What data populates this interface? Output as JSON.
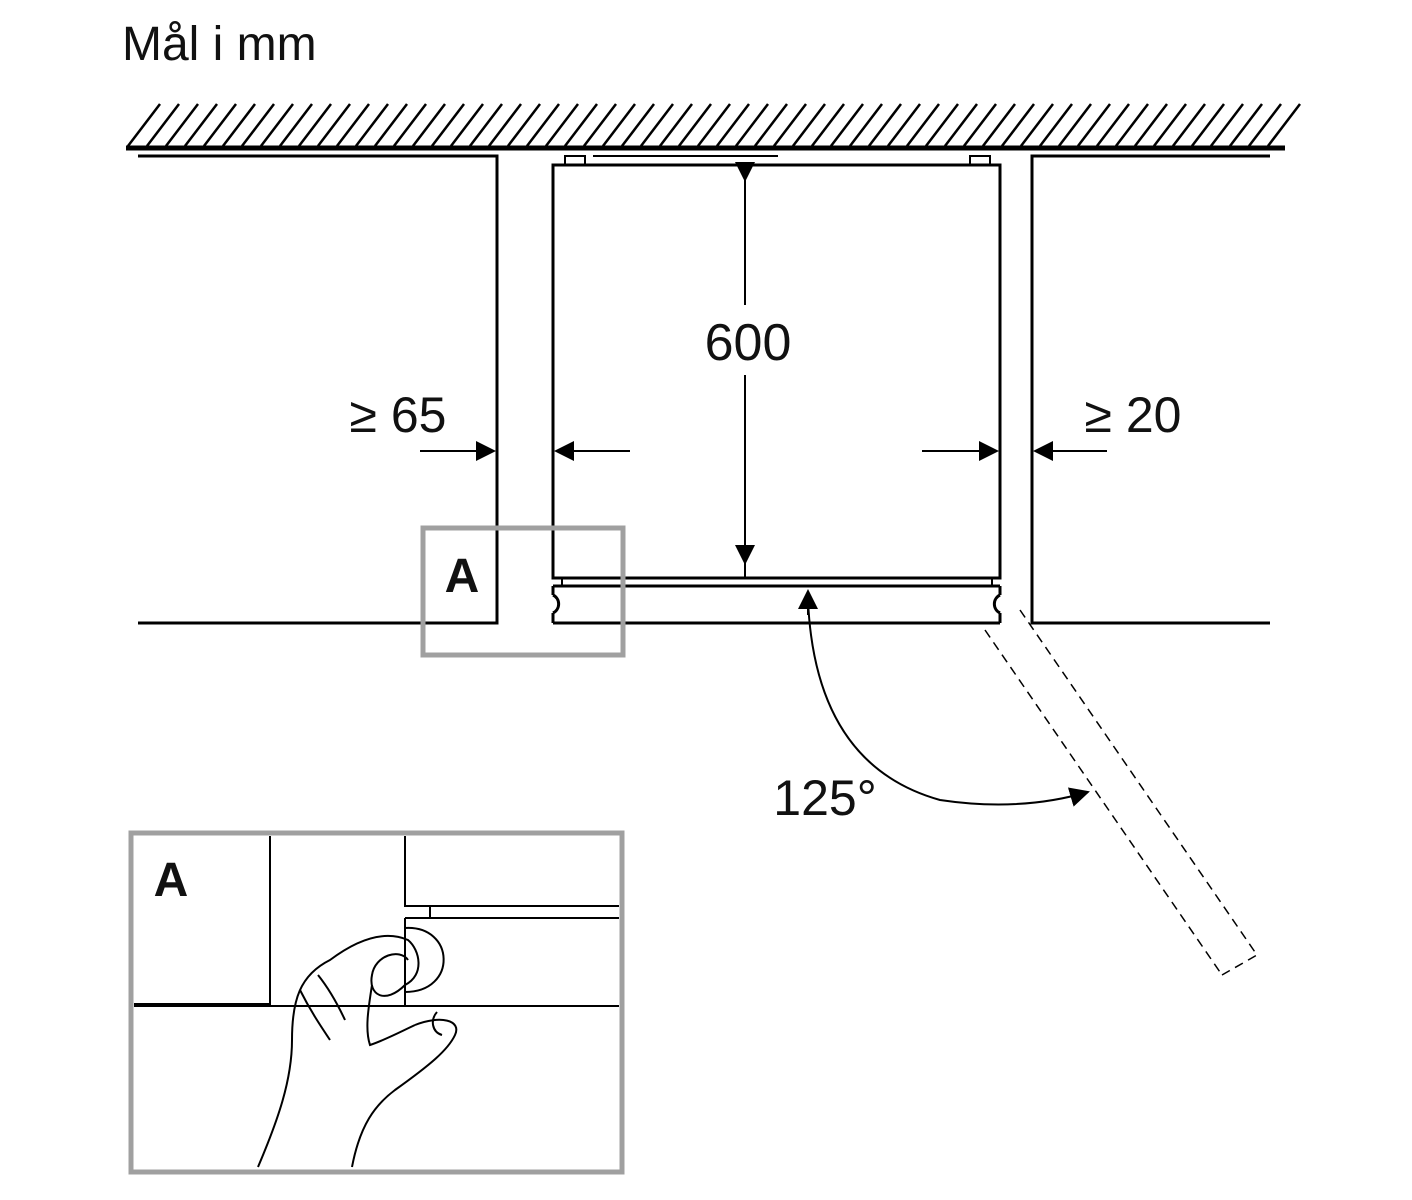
{
  "diagram": {
    "units_title": "Mål i mm",
    "depth_label": "600",
    "left_gap_label": "≥ 65",
    "right_gap_label": "≥ 20",
    "angle_label": "125°",
    "detail_marker": "A",
    "detail_title": "A"
  }
}
